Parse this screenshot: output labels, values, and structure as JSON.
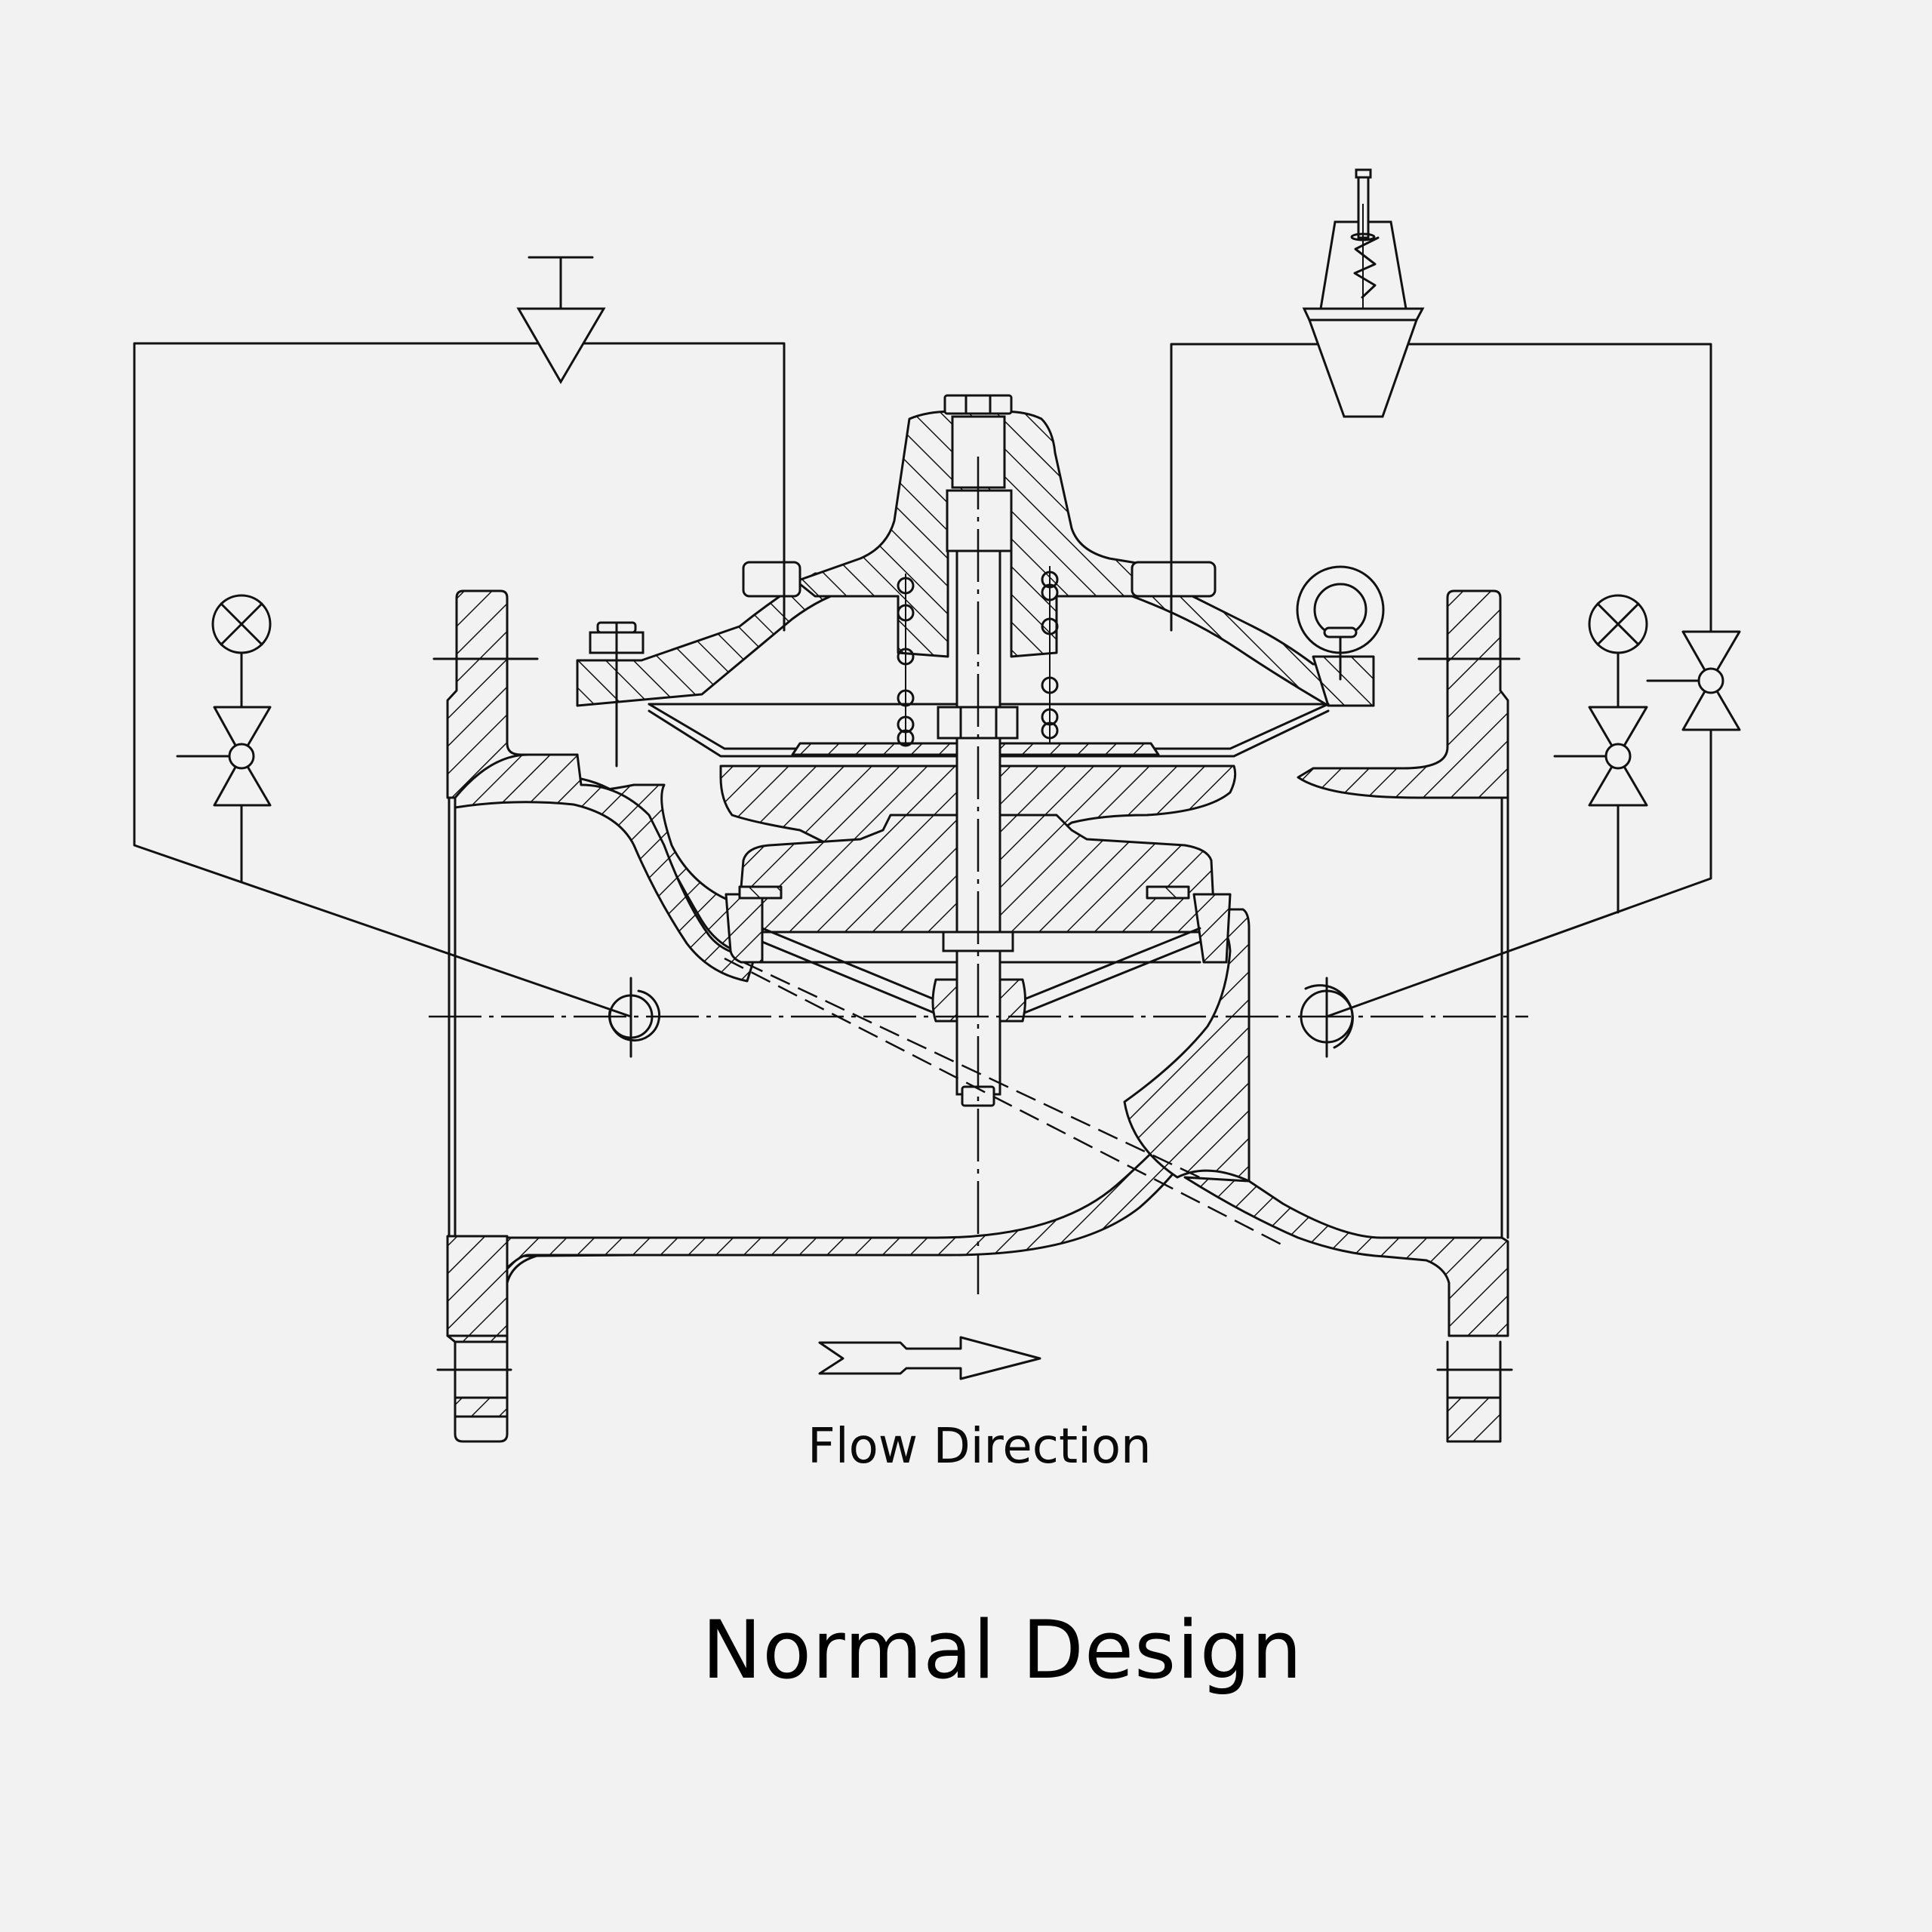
{
  "diagram": {
    "subject": "Hydraulic control valve cross-section with pilot circuit",
    "background_color": "#f2f2f2",
    "line_color": "#111111",
    "flow_label": "Flow Direction",
    "title": "Normal Design",
    "flow_arrow_direction": "right",
    "components": [
      {
        "name": "float-pilot-left",
        "symbol": "inverted-triangle-with-t-handle"
      },
      {
        "name": "float-pilot-right",
        "symbol": "spring-loaded-pilot"
      },
      {
        "name": "pressure-gauge-left",
        "symbol": "circle-with-x"
      },
      {
        "name": "pressure-gauge-right",
        "symbol": "circle-with-x"
      },
      {
        "name": "ball-valve-left",
        "symbol": "bowtie-valve"
      },
      {
        "name": "ball-valve-right-1",
        "symbol": "bowtie-valve"
      },
      {
        "name": "ball-valve-right-2",
        "symbol": "bowtie-valve"
      },
      {
        "name": "main-valve-body",
        "symbol": "hatched-section"
      },
      {
        "name": "bonnet",
        "symbol": "hatched-section"
      },
      {
        "name": "diaphragm",
        "symbol": "layered-membrane"
      },
      {
        "name": "spring",
        "symbol": "coil-circles"
      },
      {
        "name": "stem",
        "symbol": "shaft"
      },
      {
        "name": "eyebolt",
        "symbol": "ring"
      },
      {
        "name": "inlet-port",
        "symbol": "circle"
      },
      {
        "name": "outlet-port",
        "symbol": "circle"
      }
    ]
  }
}
